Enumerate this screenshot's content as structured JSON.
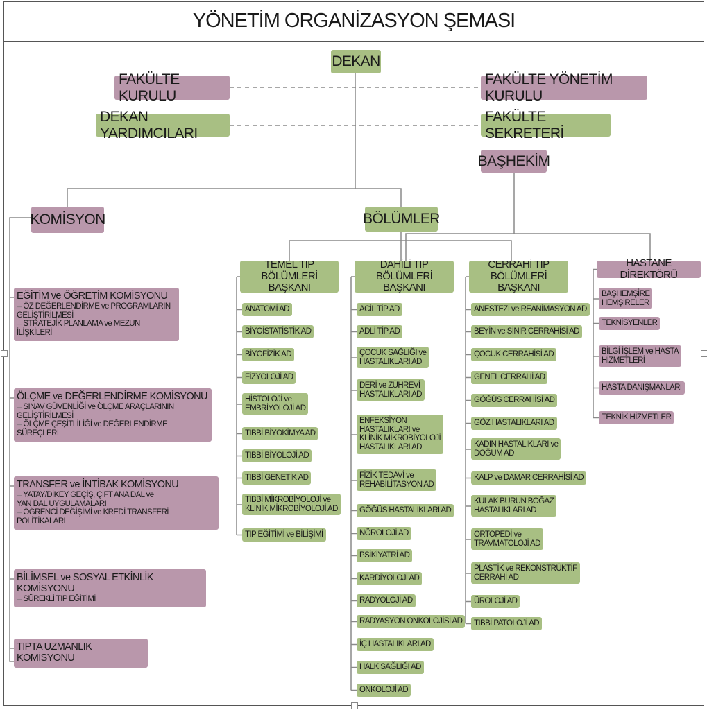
{
  "title": "YÖNETİM ORGANİZASYON ŞEMASI",
  "top": {
    "dekan": "DEKAN",
    "fakulte_kurulu": "FAKÜLTE  KURULU",
    "fakulte_yonetim_kurulu": "FAKÜLTE YÖNETİM KURULU",
    "dekan_yardimcilari": "DEKAN YARDIMCILARI",
    "fakulte_sekreteri": "FAKÜLTE SEKRETERİ",
    "bashekim": "BAŞHEKİM",
    "komisyon": "KOMİSYON",
    "bolumler": "BÖLÜMLER"
  },
  "komisyonlar": [
    {
      "title": "EĞİTİM ve ÖĞRETİM KOMİSYONU",
      "subs": [
        "ÖZ DEĞERLENDİRME ve PROGRAMLARIN\nGELİŞTİRİLMESİ",
        "STRATEJİK PLANLAMA ve MEZUN İLİŞKİLERİ"
      ]
    },
    {
      "title": "ÖLÇME ve DEĞERLENDİRME KOMİSYONU",
      "subs": [
        "SINAV GÜVENLİĞİ ve ÖLÇME ARAÇLARININ\nGELİŞTİRİLMESİ",
        "ÖLÇME ÇEŞİTLİLİĞİ ve DEĞERLENDİRME SÜREÇLERİ"
      ]
    },
    {
      "title": "TRANSFER ve İNTİBAK KOMİSYONU",
      "subs": [
        "YATAY/DİKEY GEÇİŞ, ÇİFT ANA DAL ve\nYAN DAL UYGULAMALARI",
        "ÖĞRENCİ DEĞİŞİMİ ve KREDİ TRANSFERİ POLİTİKALARI"
      ]
    },
    {
      "title": "BİLİMSEL ve SOSYAL ETKİNLİK KOMİSYONU",
      "subs": [
        "SÜREKLİ TIP EĞİTİMİ"
      ]
    },
    {
      "title": "TIPTA UZMANLIK KOMİSYONU",
      "subs": []
    }
  ],
  "columns": {
    "temel": {
      "head": "TEMEL TIP\nBÖLÜMLERİ BAŞKANI",
      "items": [
        "ANATOMİ AD",
        "BİYOİSTATİSTİK AD",
        "BİYOFİZİK AD",
        "FİZYOLOJİ AD",
        "HİSTOLOJİ ve\nEMBRİYOLOJİ AD",
        "TIBBİ BİYOKİMYA AD",
        "TIBBİ BİYOLOJİ AD",
        "TIBBİ GENETİK AD",
        "TIBBİ MİKROBİYOLOJİ ve\nKLİNİK MİKROBİYOLOJİ AD",
        "TIP EĞİTİMİ ve BİLİŞİMİ"
      ]
    },
    "dahili": {
      "head": "DAHİLİ TIP\nBÖLÜMLERİ BAŞKANI",
      "items": [
        "ACİL TİP AD",
        "ADLİ TİP AD",
        "ÇOCUK SAĞLIĞI ve\nHASTALIKLARI AD",
        "DERİ ve ZÜHREVİ\nHASTALIKLARI AD",
        "ENFEKSİYON\nHASTALIKLARI ve\nKLİNİK MİKROBİYOLOJİ\nHASTALIKLARI AD",
        "FİZİK TEDAVİ ve\nREHABİLİTASYON AD",
        "GÖĞÜS HASTALIKLARI AD",
        "NÖROLOJİ AD",
        "PSİKİYATRİ AD",
        "KARDİYOLOJİ AD",
        "RADYOLOJİ AD",
        "RADYASYON ONKOLOJİSİ AD",
        "İÇ HASTALIKLARI AD",
        "HALK SAĞLIĞI AD",
        "ONKOLOJİ AD"
      ]
    },
    "cerrahi": {
      "head": "CERRAHİ TIP\nBÖLÜMLERİ BAŞKANI",
      "items": [
        "ANESTEZİ ve REANİMASYON AD",
        "BEYİN ve SİNİR CERRAHİSİ AD",
        "ÇOCUK CERRAHİSİ AD",
        "GENEL CERRAHİ AD",
        "GÖĞÜS CERRAHİSİ AD",
        "GÖZ HASTALIKLARI AD",
        "KADIN HASTALIKLARI ve\nDOĞUM AD",
        "KALP ve DAMAR CERRAHİSİ AD",
        "KULAK BURUN BOĞAZ\nHASTALIKLARI AD",
        "ORTOPEDİ ve\nTRAVMATOLOJİ AD",
        "PLASTİK ve REKONSTRÜKTİF\nCERRAHİ AD",
        "ÜROLOJİ AD",
        "TIBBİ PATOLOJİ AD"
      ]
    },
    "hastane": {
      "head": "HASTANE DİREKTÖRÜ",
      "items": [
        "BAŞHEMŞİRE\n    HEMŞİRELER",
        "TEKNİSYENLER",
        "BİLGİ İŞLEM ve HASTA\nHİZMETLERİ",
        "HASTA DANIŞMANLARI",
        "TEKNİK HİZMETLER"
      ]
    }
  },
  "colors": {
    "green": "#a8bf83",
    "pink": "#b997ab"
  }
}
